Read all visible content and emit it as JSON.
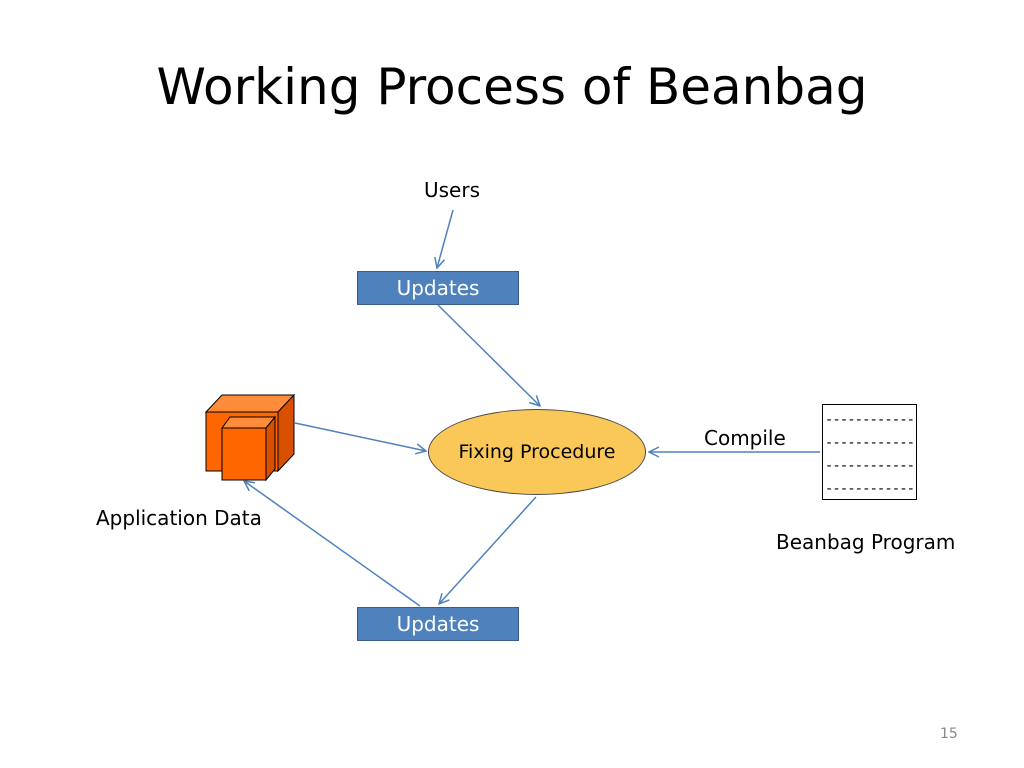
{
  "slide": {
    "title": "Working Process of Beanbag",
    "page_number": "15"
  },
  "diagram": {
    "users_label": "Users",
    "updates_top_label": "Updates",
    "updates_bottom_label": "Updates",
    "fixing_procedure_label": "Fixing Procedure",
    "compile_label": "Compile",
    "application_data_label": "Application Data",
    "beanbag_program_label": "Beanbag Program",
    "program_lines": [
      "------------",
      "------------",
      "------------",
      "------------"
    ]
  },
  "colors": {
    "updates_fill": "#4f81bd",
    "ellipse_fill": "#fac858",
    "cube_fill": "#ff6600",
    "arrow": "#4f81bd"
  }
}
